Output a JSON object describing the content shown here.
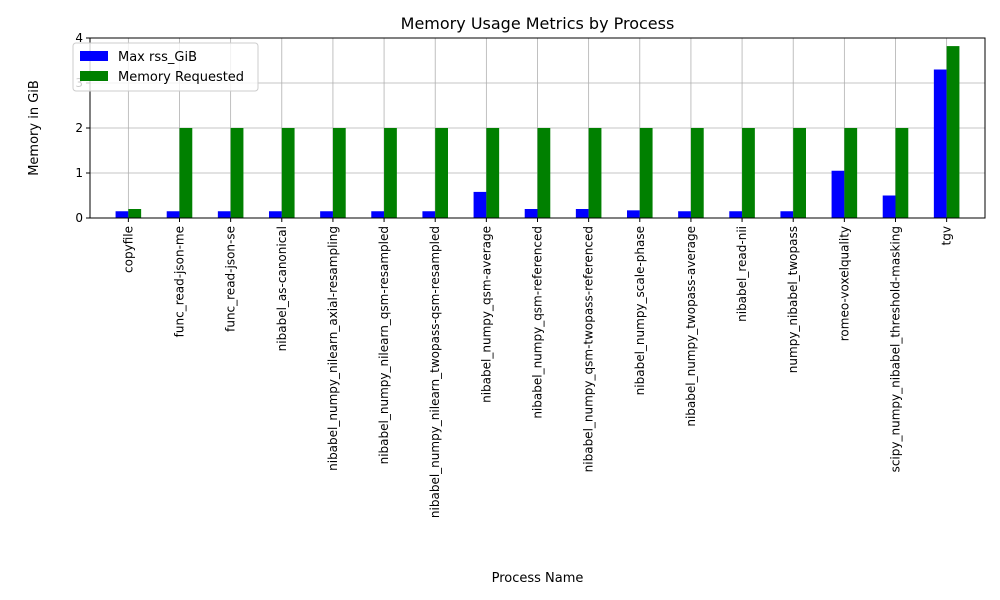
{
  "chart_data": {
    "type": "bar",
    "title": "Memory Usage Metrics by Process",
    "xlabel": "Process Name",
    "ylabel": "Memory in GiB",
    "ylim": [
      0,
      4
    ],
    "yticks": [
      0,
      1,
      2,
      3,
      4
    ],
    "grid": true,
    "legend_position": "upper-left",
    "categories": [
      "copyfile",
      "func_read-json-me",
      "func_read-json-se",
      "nibabel_as-canonical",
      "nibabel_numpy_nilearn_axial-resampling",
      "nibabel_numpy_nilearn_qsm-resampled",
      "nibabel_numpy_nilearn_twopass-qsm-resampled",
      "nibabel_numpy_qsm-average",
      "nibabel_numpy_qsm-referenced",
      "nibabel_numpy_qsm-twopass-referenced",
      "nibabel_numpy_scale-phase",
      "nibabel_numpy_twopass-average",
      "nibabel_read-nii",
      "numpy_nibabel_twopass",
      "romeo-voxelquality",
      "scipy_numpy_nibabel_threshold-masking",
      "tgv"
    ],
    "series": [
      {
        "name": "Max rss_GiB",
        "color": "#0000ff",
        "values": [
          0.15,
          0.15,
          0.15,
          0.15,
          0.15,
          0.15,
          0.15,
          0.58,
          0.2,
          0.2,
          0.17,
          0.15,
          0.15,
          0.15,
          1.05,
          0.5,
          3.3
        ]
      },
      {
        "name": "Memory Requested",
        "color": "#008000",
        "values": [
          0.2,
          2,
          2,
          2,
          2,
          2,
          2,
          2,
          2,
          2,
          2,
          2,
          2,
          2,
          2,
          2,
          3.82
        ]
      }
    ]
  }
}
